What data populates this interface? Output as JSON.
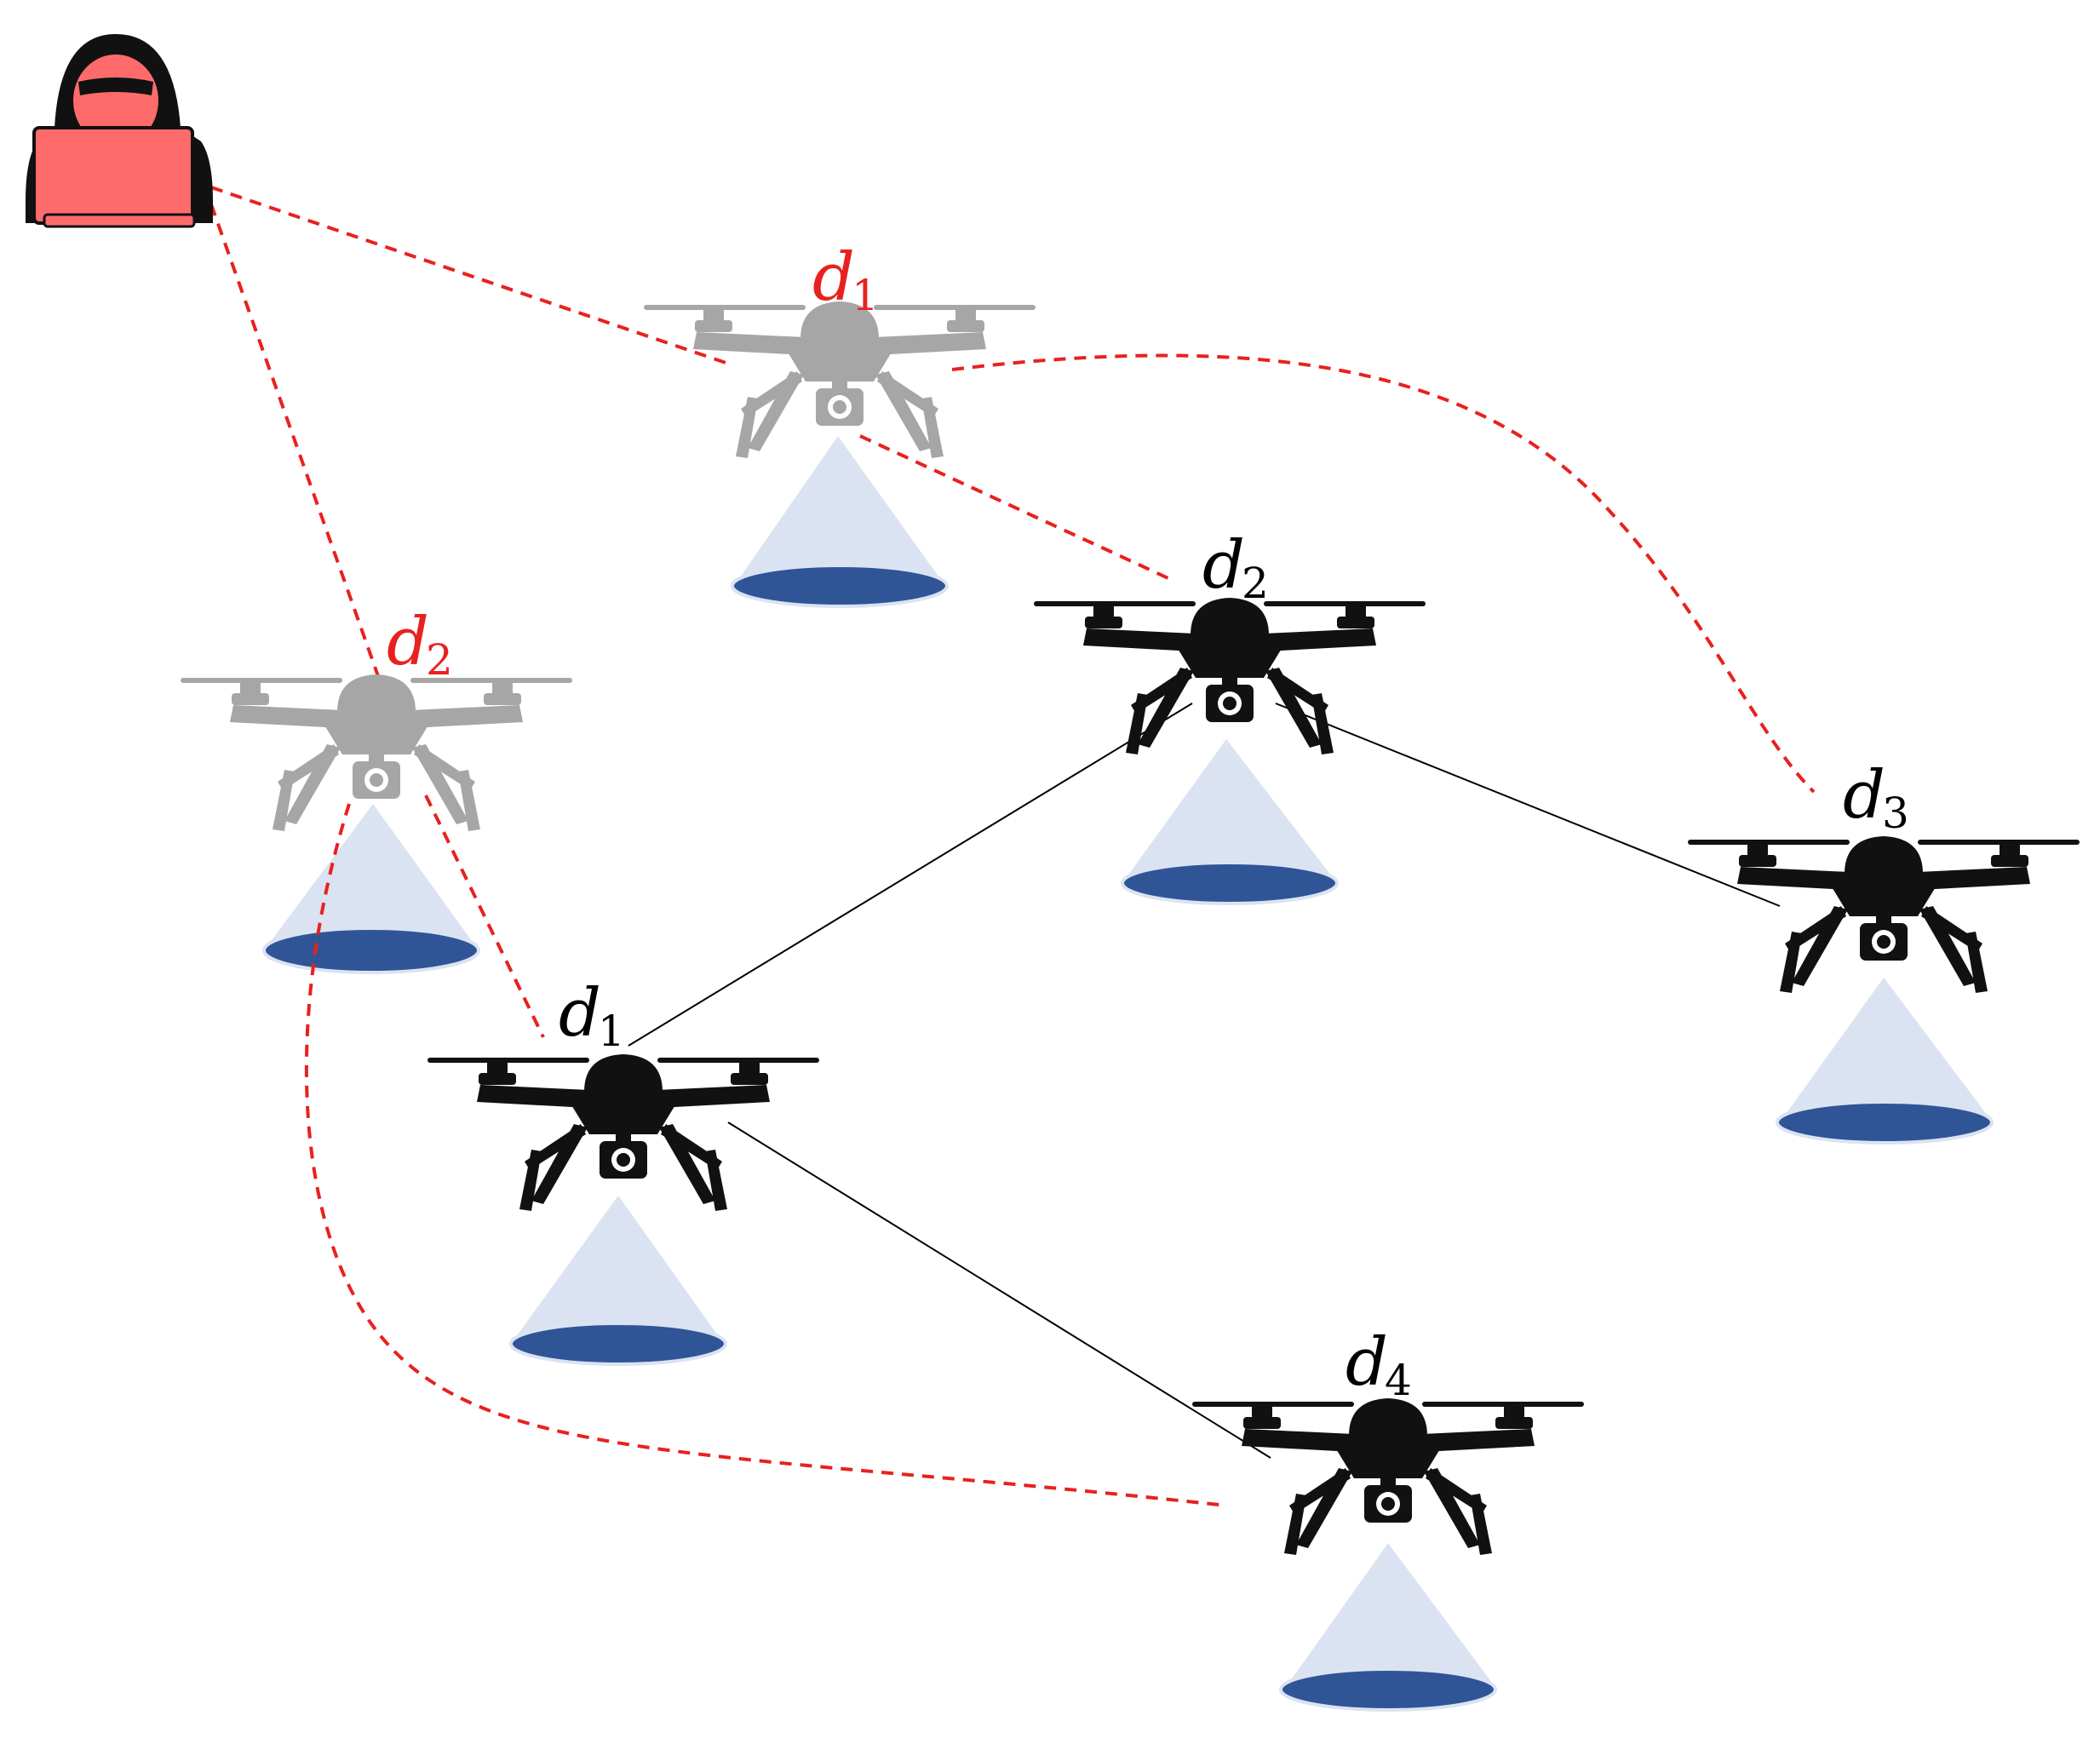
{
  "colors": {
    "attack_link": "#e8211f",
    "normal_link": "#000000",
    "drone_real": "#111111",
    "drone_fake": "#a6a6a6",
    "cone_fill": "#dbe3f2",
    "ellipse_fill": "#2f5597",
    "attacker_skin": "#ff6b6b",
    "label_real": "#000000",
    "label_fake": "#e8211f"
  },
  "icons": {
    "attacker": "hooded-hacker-with-laptop-icon",
    "drone": "quadcopter-drone-with-camera-icon",
    "coverage": "camera-coverage-cone-icon"
  },
  "labels": {
    "fake_d1": {
      "base": "d",
      "sub": "1"
    },
    "fake_d2": {
      "base": "d",
      "sub": "2"
    },
    "real_d1": {
      "base": "d",
      "sub": "1"
    },
    "real_d2": {
      "base": "d",
      "sub": "2"
    },
    "real_d3": {
      "base": "d",
      "sub": "3"
    },
    "real_d4": {
      "base": "d",
      "sub": "4"
    }
  },
  "links": {
    "normal": [
      [
        "real_d1",
        "real_d2"
      ],
      [
        "real_d2",
        "real_d3"
      ],
      [
        "real_d1",
        "real_d4"
      ]
    ],
    "attack": [
      [
        "attacker",
        "fake_d1"
      ],
      [
        "attacker",
        "fake_d2"
      ],
      [
        "fake_d1",
        "real_d2"
      ],
      [
        "fake_d1",
        "real_d3"
      ],
      [
        "fake_d2",
        "real_d1"
      ],
      [
        "fake_d2",
        "real_d4"
      ]
    ]
  }
}
